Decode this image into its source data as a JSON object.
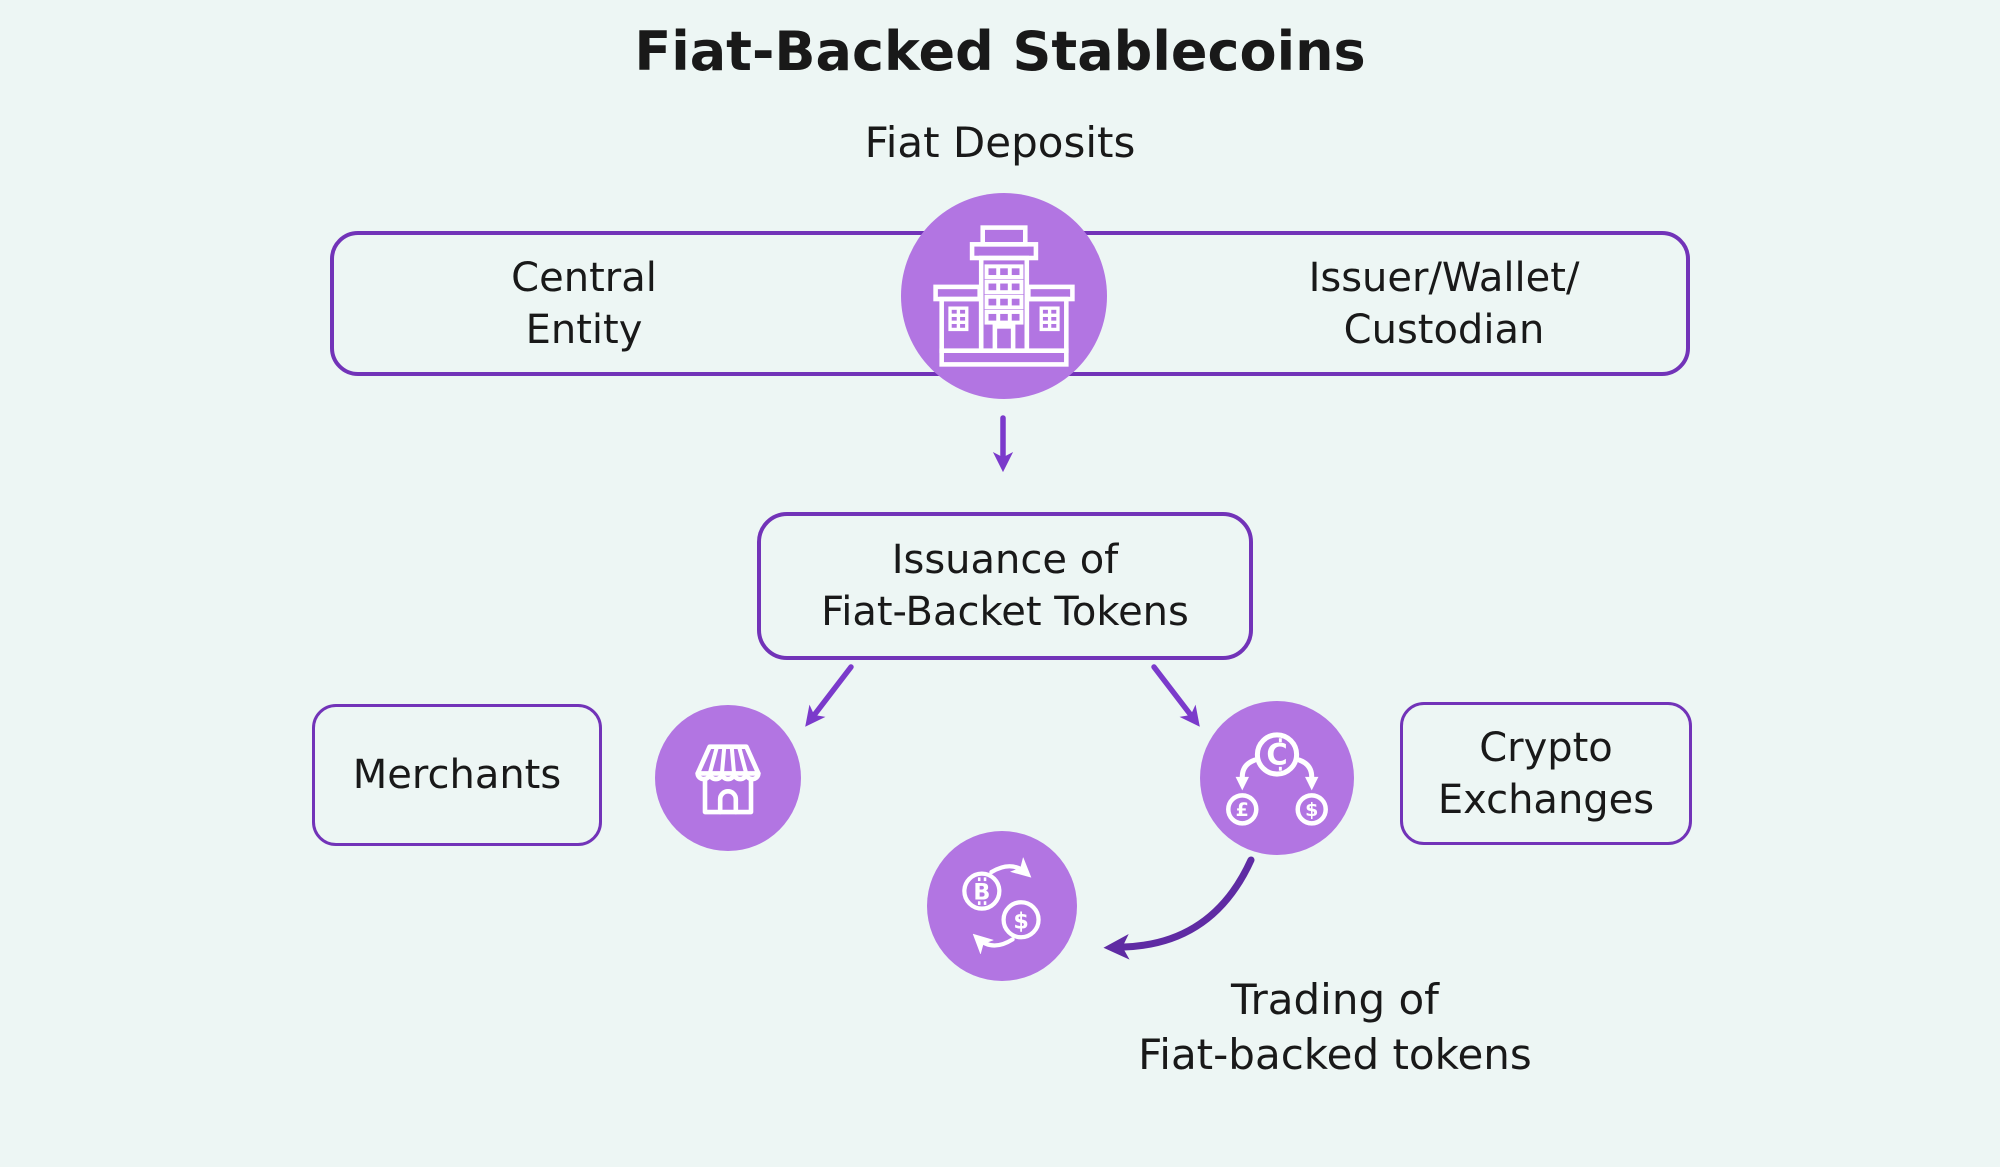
{
  "title": "Fiat-Backed Stablecoins",
  "labels": {
    "fiat_deposits": "Fiat Deposits",
    "central_entity": "Central\nEntity",
    "issuer_wallet_custodian": "Issuer/Wallet/\nCustodian",
    "issuance": "Issuance of\nFiat-Backet Tokens",
    "merchants": "Merchants",
    "crypto_exchanges": "Crypto\nExchanges",
    "trading": "Trading of\nFiat-backed tokens"
  },
  "icons": {
    "bank": "bank-building-icon",
    "store": "merchant-store-icon",
    "exchange": "crypto-to-fiat-exchange-icon",
    "btc_usd": "bitcoin-dollar-swap-icon",
    "symbols": {
      "crypto": "C",
      "pound": "£",
      "dollar": "$",
      "bitcoin": "B",
      "dollar2": "$"
    }
  },
  "colors": {
    "background": "#edf6f4",
    "node_fill": "#b275e2",
    "outline": "#7233b8",
    "arrow": "#7b3acb",
    "curved_arrow": "#5f2ba3",
    "icon_stroke": "#ffffff",
    "text": "#191919"
  }
}
